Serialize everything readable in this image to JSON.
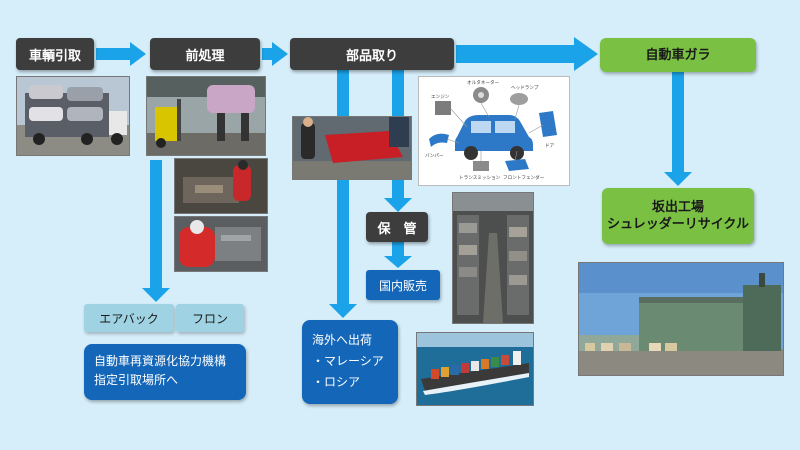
{
  "flow": {
    "steps": {
      "pickup": "車輌引取",
      "pretreatment": "前処理",
      "parts_removal": "部品取り",
      "car_shell": "自動車ガラ"
    },
    "destination": {
      "line1": "坂出工場",
      "line2": "シュレッダーリサイクル"
    },
    "storage": "保　管",
    "domestic_sales": "国内販売",
    "hazmat": {
      "airbag": "エアバック",
      "freon": "フロン"
    },
    "jarc": {
      "line1": "自動車再資源化協力機構",
      "line2": "指定引取場所へ"
    },
    "export": {
      "title": "海外へ出荷",
      "items": [
        "・マレーシア",
        "・ロシア"
      ]
    }
  },
  "parts_diagram": {
    "labels": [
      "オルタネーター",
      "エンジン",
      "ヘッドランプ",
      "ドア",
      "バンパー",
      "トランスミッション",
      "フロントフェンダー"
    ]
  },
  "colors": {
    "background": "#d6eefa",
    "arrow": "#1aa3e8",
    "step_box": "#3d3d3d",
    "green_box": "#7ac143",
    "light_box": "#9fd3e3",
    "blue_box": "#1466b8"
  },
  "icons": {
    "arrow": "right-arrow / down-arrow"
  }
}
